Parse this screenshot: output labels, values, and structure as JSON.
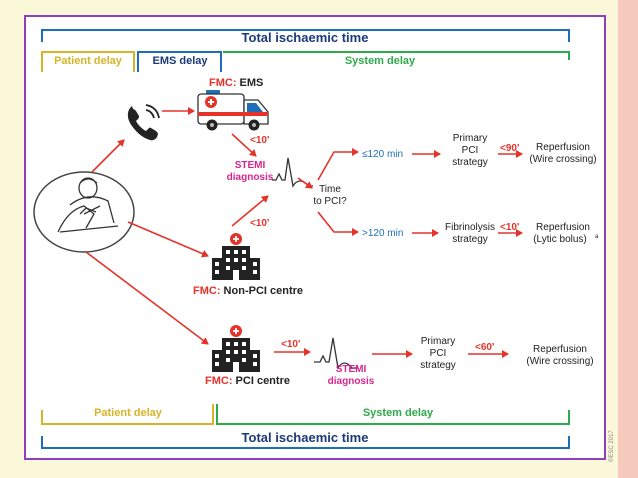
{
  "colors": {
    "red": "#e5332a",
    "blue": "#1d6fb8",
    "navy": "#1b3a7a",
    "green": "#2eaa4a",
    "yellow": "#d8b32a",
    "magenta": "#d9258f",
    "dark": "#222222",
    "frame": "#8f3fbd",
    "page": "#fbf7d9",
    "strip": "#f6c9bd"
  },
  "texts": {
    "total_top": "Total ischaemic time",
    "total_bottom": "Total ischaemic time",
    "patient_delay_top": "Patient delay",
    "ems_delay": "EMS delay",
    "system_delay_top": "System delay",
    "patient_delay_bottom": "Patient delay",
    "system_delay_bottom": "System delay",
    "fmc_ems_prefix": "FMC:",
    "fmc_ems_suffix": " EMS",
    "fmc_nonpci_prefix": "FMC:",
    "fmc_nonpci_suffix": " Non-PCI centre",
    "fmc_pci_prefix": "FMC:",
    "fmc_pci_suffix": " PCI centre",
    "stemi1_l1": "STEMI",
    "stemi1_l2": "diagnosis",
    "stemi2_l1": "STEMI",
    "stemi2_l2": "diagnosis",
    "lt10_a": "<10'",
    "lt10_b": "<10'",
    "lt10_c": "<10'",
    "lt10_d": "<10'",
    "time_pci_l1": "Time",
    "time_pci_l2": "to PCI?",
    "le120": "≤120 min",
    "gt120": ">120 min",
    "primary_a_l1": "Primary",
    "primary_a_l2": "PCI",
    "primary_a_l3": "strategy",
    "lt90": "<90'",
    "reperf_a_l1": "Reperfusion",
    "reperf_a_l2": "(Wire crossing)",
    "fibrin_l1": "Fibrinolysis",
    "fibrin_l2": "strategy",
    "reperf_b_l1": "Reperfusion",
    "reperf_b_l2": "(Lytic bolus)",
    "reperf_b_sup": "a",
    "primary_b_l1": "Primary",
    "primary_b_l2": "PCI",
    "primary_b_l3": "strategy",
    "lt60": "<60'",
    "reperf_c_l1": "Reperfusion",
    "reperf_c_l2": "(Wire crossing)",
    "copyright": "©ESC 2017"
  },
  "icons": {
    "phone": "phone-icon",
    "ambulance": "ambulance-icon",
    "hospital": "hospital-icon",
    "patient": "patient-chest-pain-icon",
    "ecg": "ecg-wave-icon"
  }
}
